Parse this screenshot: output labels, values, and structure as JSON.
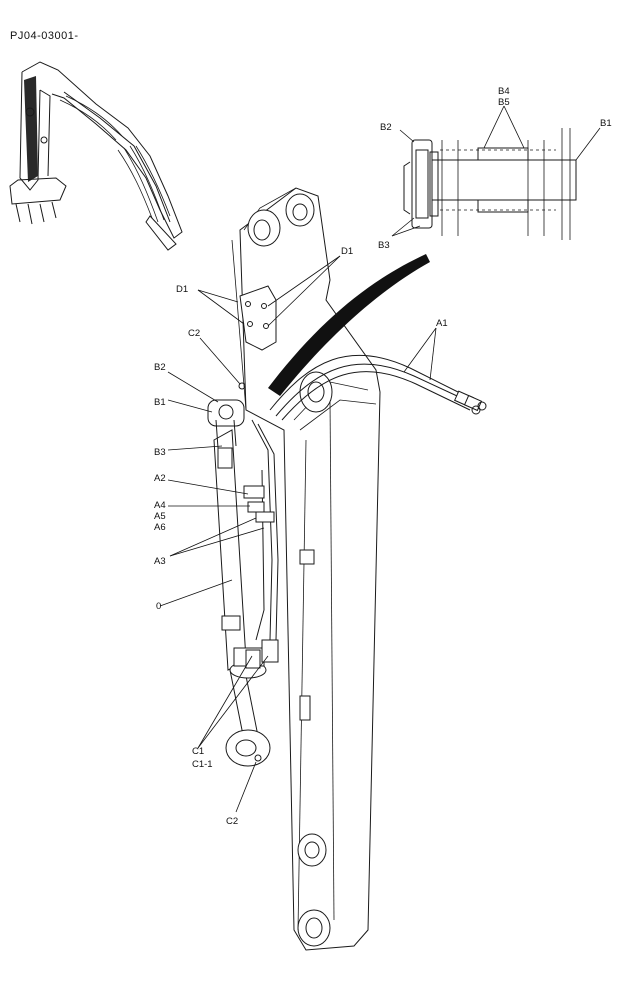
{
  "document": {
    "code": "PJ04-03001-"
  },
  "callouts": {
    "B4": "B4",
    "B5": "B5",
    "B2": "B2",
    "B1": "B1",
    "B3": "B3",
    "D1": "D1",
    "A1": "A1",
    "C2": "C2",
    "A2": "A2",
    "A4": "A4",
    "A5": "A5",
    "A6": "A6",
    "A3": "A3",
    "zero": "0",
    "C1": "C1",
    "C1_1": "C1-1"
  },
  "colors": {
    "line": "#1a1a1a",
    "background": "#ffffff"
  },
  "icons": [
    "excavator-thumbnail",
    "pin-detail-inset",
    "arm-assembly"
  ]
}
